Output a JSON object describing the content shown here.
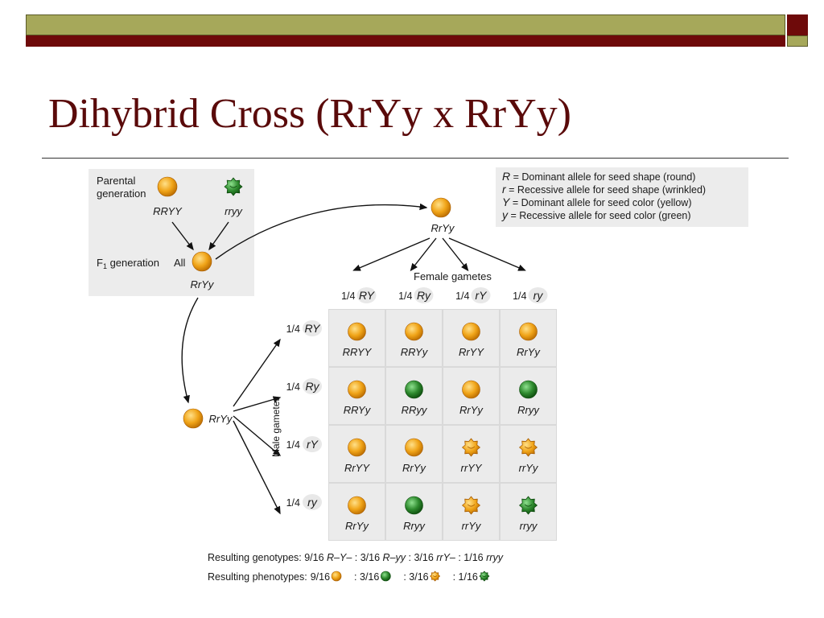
{
  "slide": {
    "title": "Dihybrid Cross (RrYy x RrYy)"
  },
  "colors": {
    "title": "#5a0a0a",
    "olive_bar": "#a6a85a",
    "maroon_bar": "#6e0a0a",
    "panel": "#ececec",
    "yellow_seed": "#f0a418",
    "green_seed": "#2e8a2e"
  },
  "parental": {
    "label_line1": "Parental",
    "label_line2": "generation",
    "genotype_1": "RRYY",
    "genotype_2": "rryy"
  },
  "f1": {
    "label": "F",
    "label_sub": "1",
    "label_rest": " generation",
    "all": "All",
    "genotype": "RrYy"
  },
  "legend": [
    {
      "sym": "R",
      "text": " = Dominant allele for seed shape (round)"
    },
    {
      "sym": "r",
      "text": "  = Recessive allele for seed shape (wrinkled)"
    },
    {
      "sym": "Y",
      "text": " = Dominant allele for seed color (yellow)"
    },
    {
      "sym": "y",
      "text": " = Recessive allele for seed color (green)"
    }
  ],
  "female": {
    "genotype": "RrYy",
    "label": "Female gametes",
    "gametes": [
      {
        "frac": "1/4",
        "allele": "RY"
      },
      {
        "frac": "1/4",
        "allele": "Ry"
      },
      {
        "frac": "1/4",
        "allele": "rY"
      },
      {
        "frac": "1/4",
        "allele": "ry"
      }
    ]
  },
  "male": {
    "genotype": "RrYy",
    "label": "Male gametes",
    "gametes": [
      {
        "frac": "1/4",
        "allele": "RY"
      },
      {
        "frac": "1/4",
        "allele": "Ry"
      },
      {
        "frac": "1/4",
        "allele": "rY"
      },
      {
        "frac": "1/4",
        "allele": "ry"
      }
    ]
  },
  "grid": [
    [
      {
        "genotype": "RRYY",
        "seed": "yellow-round"
      },
      {
        "genotype": "RRYy",
        "seed": "yellow-round"
      },
      {
        "genotype": "RrYY",
        "seed": "yellow-round"
      },
      {
        "genotype": "RrYy",
        "seed": "yellow-round"
      }
    ],
    [
      {
        "genotype": "RRYy",
        "seed": "yellow-round"
      },
      {
        "genotype": "RRyy",
        "seed": "green-round"
      },
      {
        "genotype": "RrYy",
        "seed": "yellow-round"
      },
      {
        "genotype": "Rryy",
        "seed": "green-round"
      }
    ],
    [
      {
        "genotype": "RrYY",
        "seed": "yellow-round"
      },
      {
        "genotype": "RrYy",
        "seed": "yellow-round"
      },
      {
        "genotype": "rrYY",
        "seed": "yellow-wrinkled"
      },
      {
        "genotype": "rrYy",
        "seed": "yellow-wrinkled"
      }
    ],
    [
      {
        "genotype": "RrYy",
        "seed": "yellow-round"
      },
      {
        "genotype": "Rryy",
        "seed": "green-round"
      },
      {
        "genotype": "rrYy",
        "seed": "yellow-wrinkled"
      },
      {
        "genotype": "rryy",
        "seed": "green-wrinkled"
      }
    ]
  ],
  "results": {
    "genotypes_label": "Resulting genotypes: ",
    "genotypes": [
      {
        "frac": "9/16 ",
        "gen": "R–Y–"
      },
      {
        "frac": "  :  3/16 ",
        "gen": "R–yy"
      },
      {
        "frac": "  :  3/16 ",
        "gen": "rrY–"
      },
      {
        "frac": "  :  1/16 ",
        "gen": "rryy"
      }
    ],
    "phenotypes_label": "Resulting phenotypes: ",
    "phenotypes": [
      {
        "frac": "9/16",
        "seed": "yellow-round"
      },
      {
        "frac": ": 3/16",
        "seed": "green-round"
      },
      {
        "frac": ": 3/16",
        "seed": "yellow-wrinkled"
      },
      {
        "frac": ": 1/16",
        "seed": "green-wrinkled"
      }
    ]
  }
}
